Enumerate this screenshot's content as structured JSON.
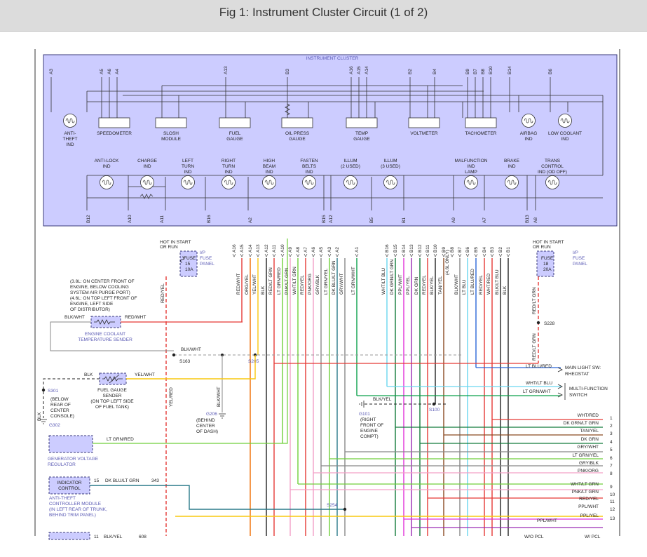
{
  "title": "Fig 1: Instrument Cluster Circuit (1 of 2)",
  "colors": {
    "cluster_fill": "#ccccff",
    "cluster_stroke": "#3a3a7a",
    "label_blue": "#5a5ab4",
    "red": "#e53935",
    "orange": "#ef6c00",
    "yellow": "#f9c80e",
    "ltgreen": "#6fcf3a",
    "green": "#0aa04a",
    "dkgreen": "#117a3a",
    "teal": "#2a7a8a",
    "cyan": "#6ad6f0",
    "blue": "#2a66d9",
    "purple": "#9a2ab5",
    "magenta": "#e032d8",
    "pink": "#f3a0c8",
    "brown": "#8a4a22",
    "gray": "#888888",
    "black": "#222222"
  },
  "cluster": {
    "label": "INSTRUMENT CLUSTER",
    "top_pins": [
      "A3",
      "A5",
      "A6",
      "A4",
      "A13",
      "B3",
      "A16",
      "A15",
      "A14",
      "B2",
      "B4",
      "B9",
      "B7",
      "B8",
      "B10",
      "B14",
      "B6"
    ],
    "row1": [
      {
        "l1": "ANTI-",
        "l2": "THEFT",
        "l3": "IND"
      },
      {
        "l1": "SPEEDOMETER",
        "l2": "",
        "l3": ""
      },
      {
        "l1": "SLOSH",
        "l2": "MODULE",
        "l3": ""
      },
      {
        "l1": "FUEL",
        "l2": "GAUGE",
        "l3": ""
      },
      {
        "l1": "OIL PRESS",
        "l2": "GAUGE",
        "l3": ""
      },
      {
        "l1": "TEMP",
        "l2": "GAUGE",
        "l3": ""
      },
      {
        "l1": "VOLTMETER",
        "l2": "",
        "l3": ""
      },
      {
        "l1": "TACHOMETER",
        "l2": "",
        "l3": ""
      },
      {
        "l1": "AIRBAG",
        "l2": "IND",
        "l3": ""
      },
      {
        "l1": "LOW COOLANT",
        "l2": "IND",
        "l3": ""
      }
    ],
    "row2": [
      {
        "l1": "ANTI-LOCK",
        "l2": "IND",
        "l3": ""
      },
      {
        "l1": "CHARGE",
        "l2": "IND",
        "l3": ""
      },
      {
        "l1": "LEFT",
        "l2": "TURN",
        "l3": "IND"
      },
      {
        "l1": "RIGHT",
        "l2": "TURN",
        "l3": "IND"
      },
      {
        "l1": "HIGH",
        "l2": "BEAM",
        "l3": "IND"
      },
      {
        "l1": "FASTEN",
        "l2": "BELTS",
        "l3": "IND"
      },
      {
        "l1": "ILLUM",
        "l2": "(2 USED)",
        "l3": ""
      },
      {
        "l1": "ILLUM",
        "l2": "(3 USED)",
        "l3": ""
      },
      {
        "l1": "MALFUNCTION",
        "l2": "IND",
        "l3": "LAMP"
      },
      {
        "l1": "BRAKE",
        "l2": "IND",
        "l3": ""
      },
      {
        "l1": "TRANS",
        "l2": "CONTROL",
        "l3": "IND (OD OFF)"
      }
    ],
    "bottom_pins": [
      "B12",
      "A10",
      "A11",
      "B16",
      "A2",
      "B15",
      "A12",
      "B5",
      "B1",
      "A9",
      "A7",
      "B13",
      "A8"
    ]
  },
  "connector_pins": [
    "A16",
    "A15",
    "A14",
    "A13",
    "A12",
    "A11",
    "A10",
    "A9",
    "A8",
    "A7",
    "A6",
    "A5",
    "A3",
    "A2",
    "A1",
    "B16",
    "B15",
    "B14",
    "B13",
    "B12",
    "B11",
    "B10",
    "B9",
    "B8",
    "B7",
    "B6",
    "B5",
    "B4",
    "B3",
    "B2",
    "B1"
  ],
  "wires": [
    "RED/WHT",
    "ORG/YEL",
    "YEL/WHT",
    "BLK",
    "RED/LT GRN",
    "LT GRN/RED",
    "PNK/LT GRN",
    "WHT/LT GRN",
    "RED/YEL",
    "PNK/ORG",
    "GRY/BLK",
    "LT GRN/YEL",
    "DK BLU/LT GRN",
    "GRY/WHT",
    "LT GRN/WHT",
    "WHT/LT BLU",
    "DK GRN/LT GRN",
    "PPL/WHT",
    "PPL/YEL",
    "DK GRN",
    "RED/YEL",
    "BLK/YEL",
    "TAN/YEL",
    "BLK/WHT",
    "LT BLU",
    "LT BLU/RED",
    "RED/YEL",
    "WHT/RED",
    "BLK/LT BLU",
    "BLK"
  ],
  "fuse_left": {
    "hot": "HOT IN START",
    "or_run": "OR RUN",
    "fuse": "FUSE",
    "num": "15",
    "amp": "10A",
    "panel1": "I/P",
    "panel2": "FUSE",
    "panel3": "PANEL",
    "wire": "RED/YEL"
  },
  "fuse_right": {
    "hot": "HOT IN START",
    "or_run": "OR RUN",
    "fuse": "FUSE",
    "num": "18",
    "amp": "20A",
    "panel1": "I/P",
    "panel2": "FUSE",
    "panel3": "PANEL",
    "wire": "RED/LT GRN"
  },
  "notes": {
    "sender_loc": [
      "(3.8L: ON CENTER FRONT OF",
      "ENGINE, BELOW COOLING",
      "SYSTEM AIR PURGE PORT)",
      "(4.6L: ON TOP LEFT FRONT OF",
      "ENGINE, LEFT SIDE",
      "OF DISTRIBUTOR)"
    ],
    "coolant_sender": [
      "ENGINE COOLANT",
      "TEMPERATURE SENDER"
    ],
    "fuel_sender": [
      "FUEL GAUGE",
      "SENDER",
      "(ON TOP LEFT SIDE",
      "OF FUEL TANK)"
    ],
    "s301": [
      "(BELOW",
      "REAR OF",
      "CENTER",
      "CONSOLE)"
    ],
    "g206": [
      "(BEHIND",
      "CENTER",
      "OF DASH)"
    ],
    "g101": [
      "(RIGHT",
      "FRONT OF",
      "ENGINE",
      "COMPT)"
    ],
    "regulator": [
      "GENERATOR VOLTAGE",
      "REGULATOR"
    ],
    "indicator": [
      "INDICATOR",
      "CONTROL"
    ],
    "antitheft": [
      "ANTI-THEFT",
      "CONTROLLER MODULE",
      "(IN LEFT REAR OF TRUNK,",
      "BEHIND TRIM PANEL)"
    ],
    "main_light": [
      "MAIN LIGHT SW:",
      "RHEOSTAT"
    ],
    "multi_fn": [
      "MULTI-FUNCTION",
      "SWITCH"
    ],
    "4_6l_only": "(4.6L ONLY)"
  },
  "labels": {
    "blk_wht": "BLK/WHT",
    "red_wht": "RED/WHT",
    "blk": "BLK",
    "yel_wht": "YEL/WHT",
    "yel_red": "YEL/RED",
    "blk_yel": "BLK/YEL",
    "lt_grn_red": "LT GRN/RED",
    "dk_blu_lt_grn": "DK BLU/LT GRN",
    "lt_blu_red": "LT BLU/RED",
    "wht_lt_blu": "WHT/LT BLU",
    "lt_grn_wht": "LT GRN/WHT",
    "s163": "S163",
    "s205": "S205",
    "s228": "S228",
    "s100": "S100",
    "s254": "S254",
    "s301": "S301",
    "g206": "G206",
    "g101": "G101",
    "g302": "G302",
    "p15": "15",
    "p343": "343",
    "p11": "11",
    "p608": "608",
    "blk_yel_cut": "BLK/YEL",
    "w_o_pcl": "W/O PCL",
    "w_pcl": "W/ PCL"
  },
  "right_list": [
    {
      "label": "WHT/RED",
      "num": "1"
    },
    {
      "label": "DK GRN/LT GRN",
      "num": "2"
    },
    {
      "label": "TAN/YEL",
      "num": "3"
    },
    {
      "label": "DK GRN",
      "num": "4"
    },
    {
      "label": "GRY/WHT",
      "num": "5"
    },
    {
      "label": "LT GRN/YEL",
      "num": "6"
    },
    {
      "label": "GRY/BLK",
      "num": "7"
    },
    {
      "label": "PNK/ORG",
      "num": "8"
    },
    {
      "label": "WHT/LT GRN",
      "num": "9"
    },
    {
      "label": "PNK/LT GRN",
      "num": "10"
    },
    {
      "label": "RED/YEL",
      "num": "11"
    },
    {
      "label": "PPL/WHT",
      "num": "12"
    },
    {
      "label": "PPL/YEL",
      "num": "13"
    }
  ],
  "ppl_wht_extra": "PPL/WHT"
}
